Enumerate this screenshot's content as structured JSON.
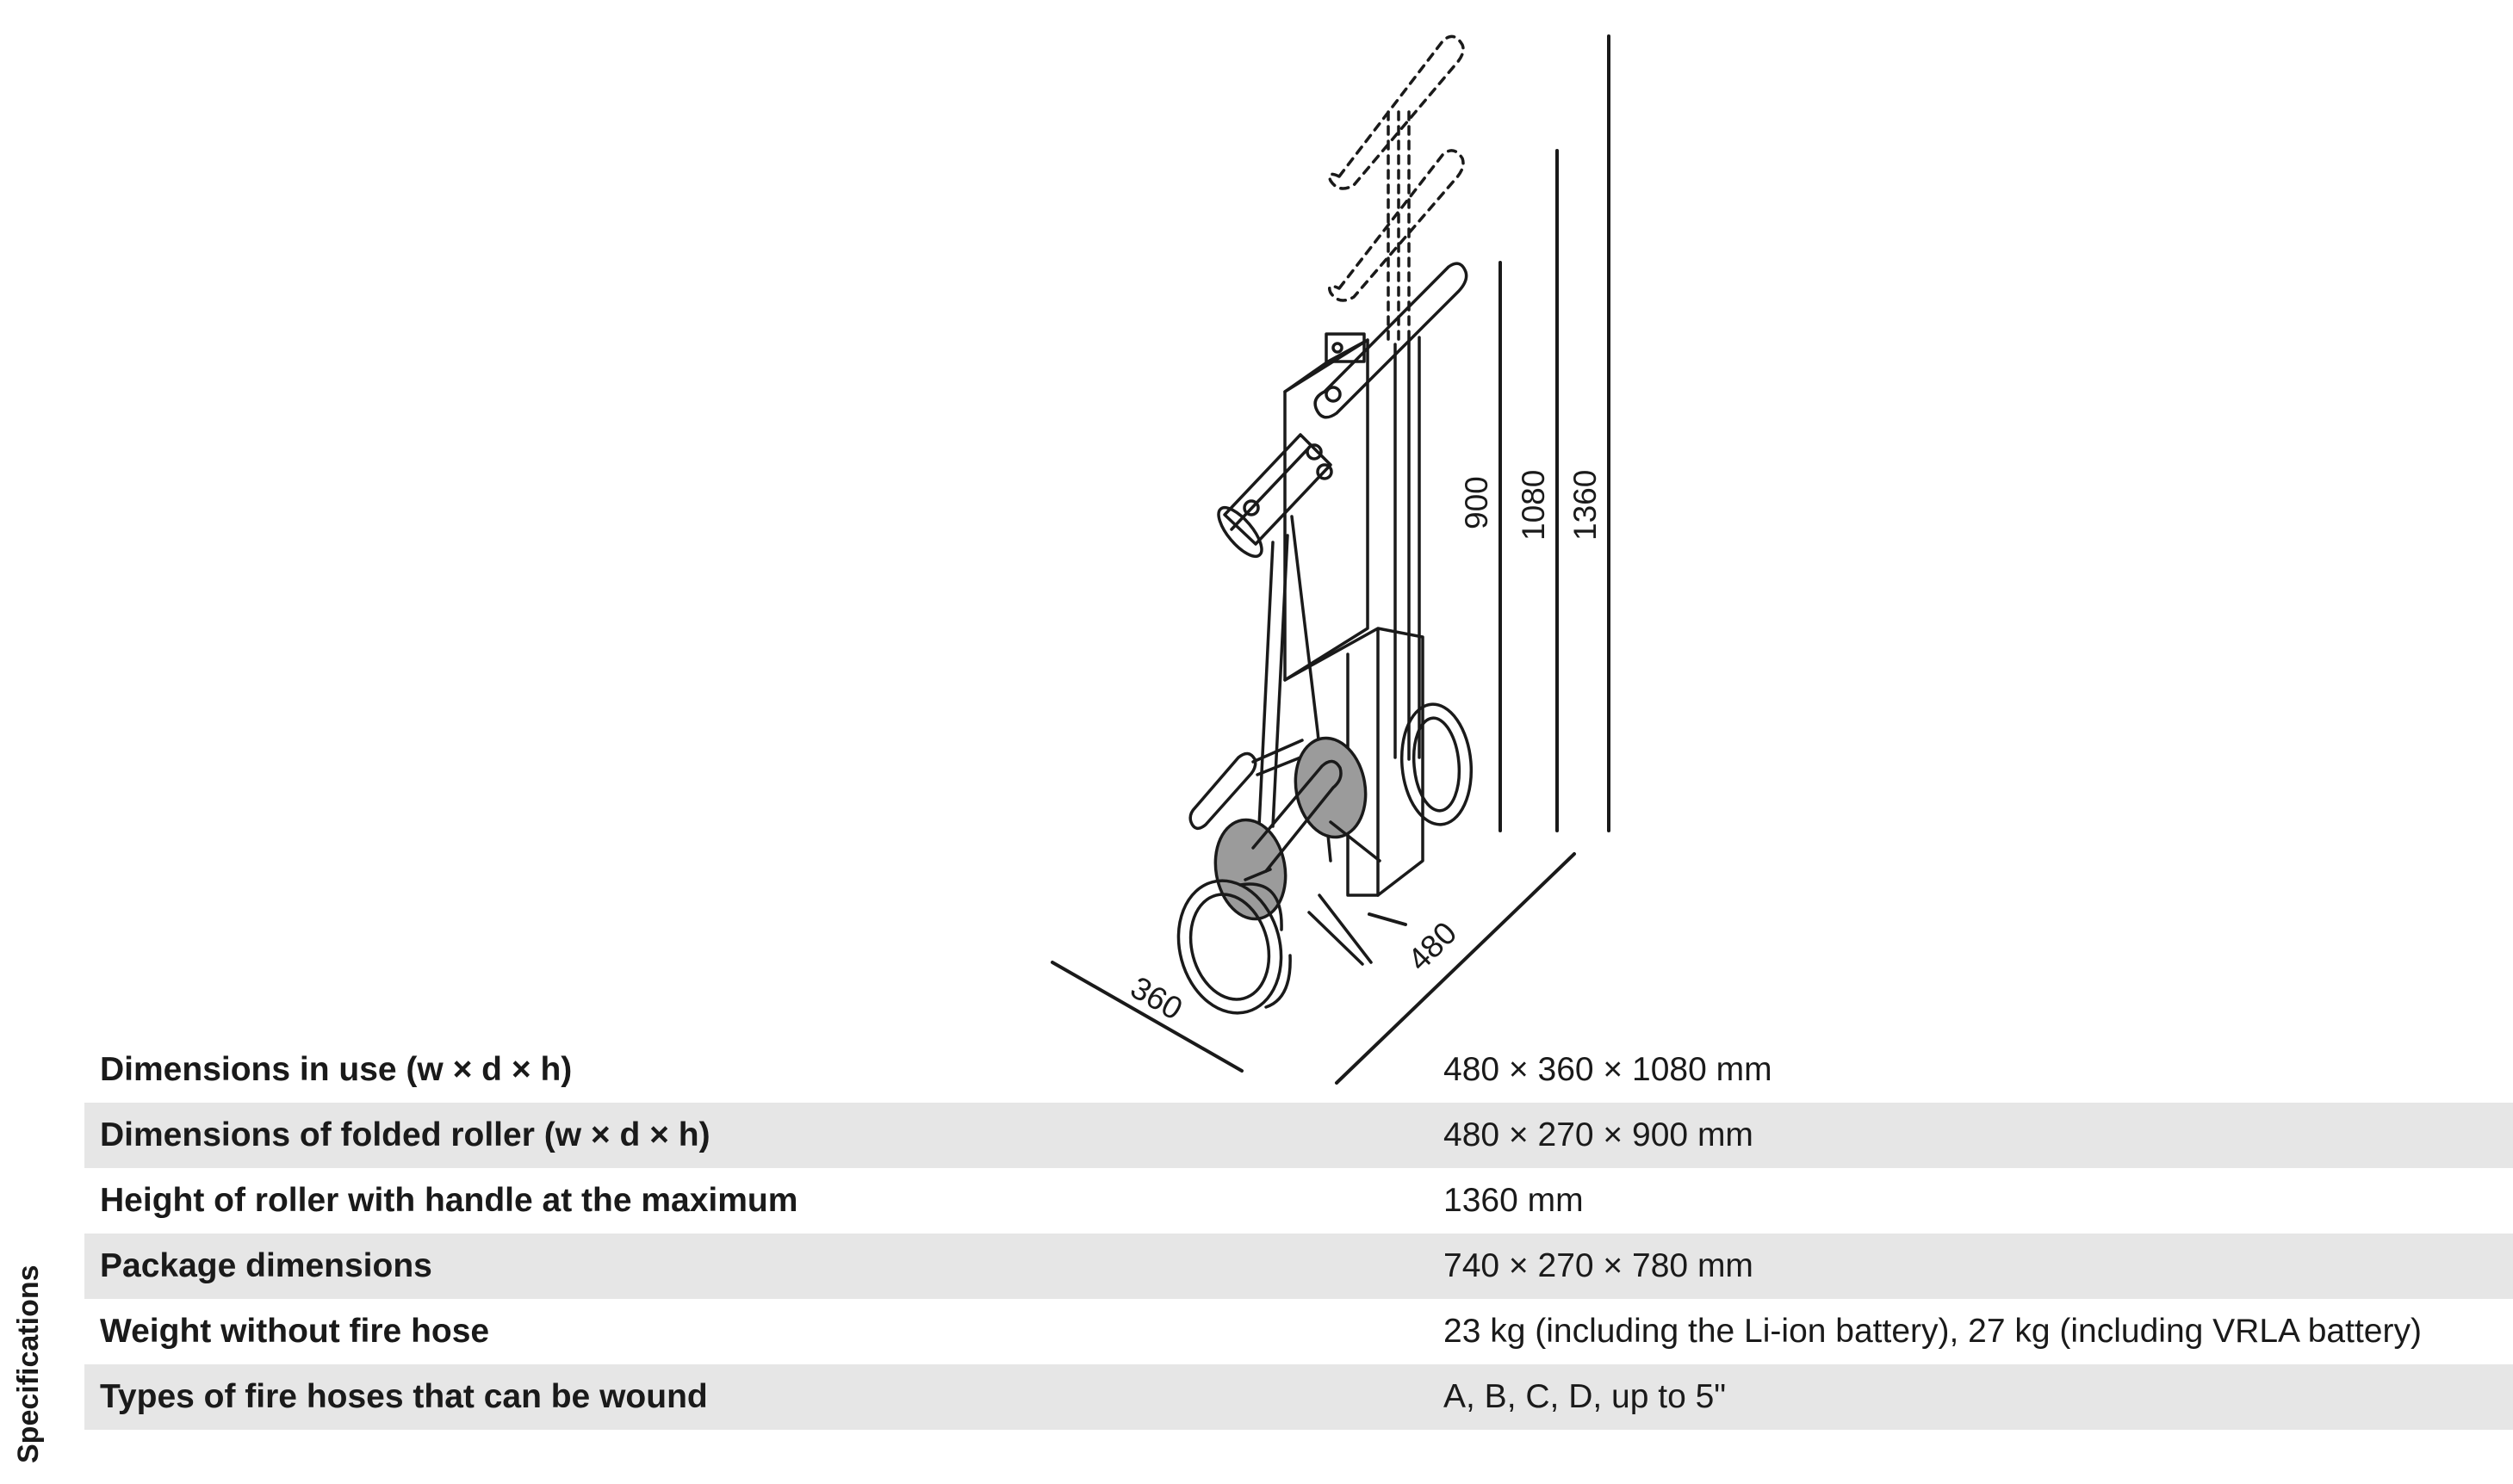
{
  "dimensions": {
    "h900": "900",
    "h1080": "1080",
    "h1360": "1360",
    "width480": "480",
    "depth360": "360"
  },
  "side_label": "Specifications",
  "specs": [
    {
      "label": "Dimensions in use (w × d × h)",
      "value": "480 × 360 × 1080 mm"
    },
    {
      "label": "Dimensions of folded roller (w × d × h)",
      "value": "480 × 270 × 900 mm"
    },
    {
      "label": "Height of roller with handle at the maximum",
      "value": "1360 mm"
    },
    {
      "label": "Package dimensions",
      "value": "740 × 270 × 780 mm"
    },
    {
      "label": "Weight without fire hose",
      "value": "23 kg (including the Li-ion battery), 27 kg (including VRLA battery)"
    },
    {
      "label": "Types of fire hoses that can be wound",
      "value": "A, B, C, D, up to 5\""
    }
  ]
}
